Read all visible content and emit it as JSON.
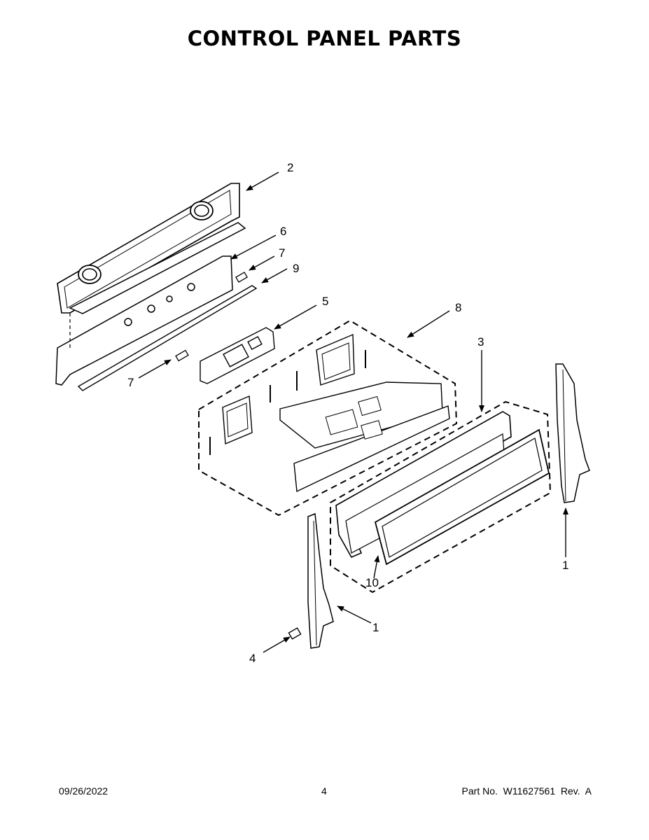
{
  "title": "CONTROL PANEL PARTS",
  "callouts": {
    "c1a": "1",
    "c1b": "1",
    "c2": "2",
    "c3": "3",
    "c4": "4",
    "c5": "5",
    "c6": "6",
    "c7a": "7",
    "c7b": "7",
    "c8": "8",
    "c9": "9",
    "c10": "10"
  },
  "footer": {
    "date": "09/26/2022",
    "page": "4",
    "part_no": "Part No.  W11627561  Rev.  A"
  }
}
